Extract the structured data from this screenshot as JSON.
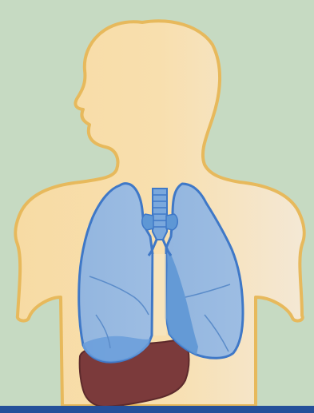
{
  "diagram": {
    "colors": {
      "background": "#c6dac2",
      "body_fill": "#f6deaf",
      "body_outline": "#e7b95c",
      "lung_fill": "#8fb2de",
      "lung_outline": "#3f78c7",
      "lung_shade": "#5e97d5",
      "trachea": "#6d9fd9",
      "liver": "#7b3a3b",
      "bottom_bar": "#25509a"
    },
    "parts": [
      "human-silhouette",
      "left-lung",
      "right-lung",
      "trachea",
      "liver"
    ]
  }
}
